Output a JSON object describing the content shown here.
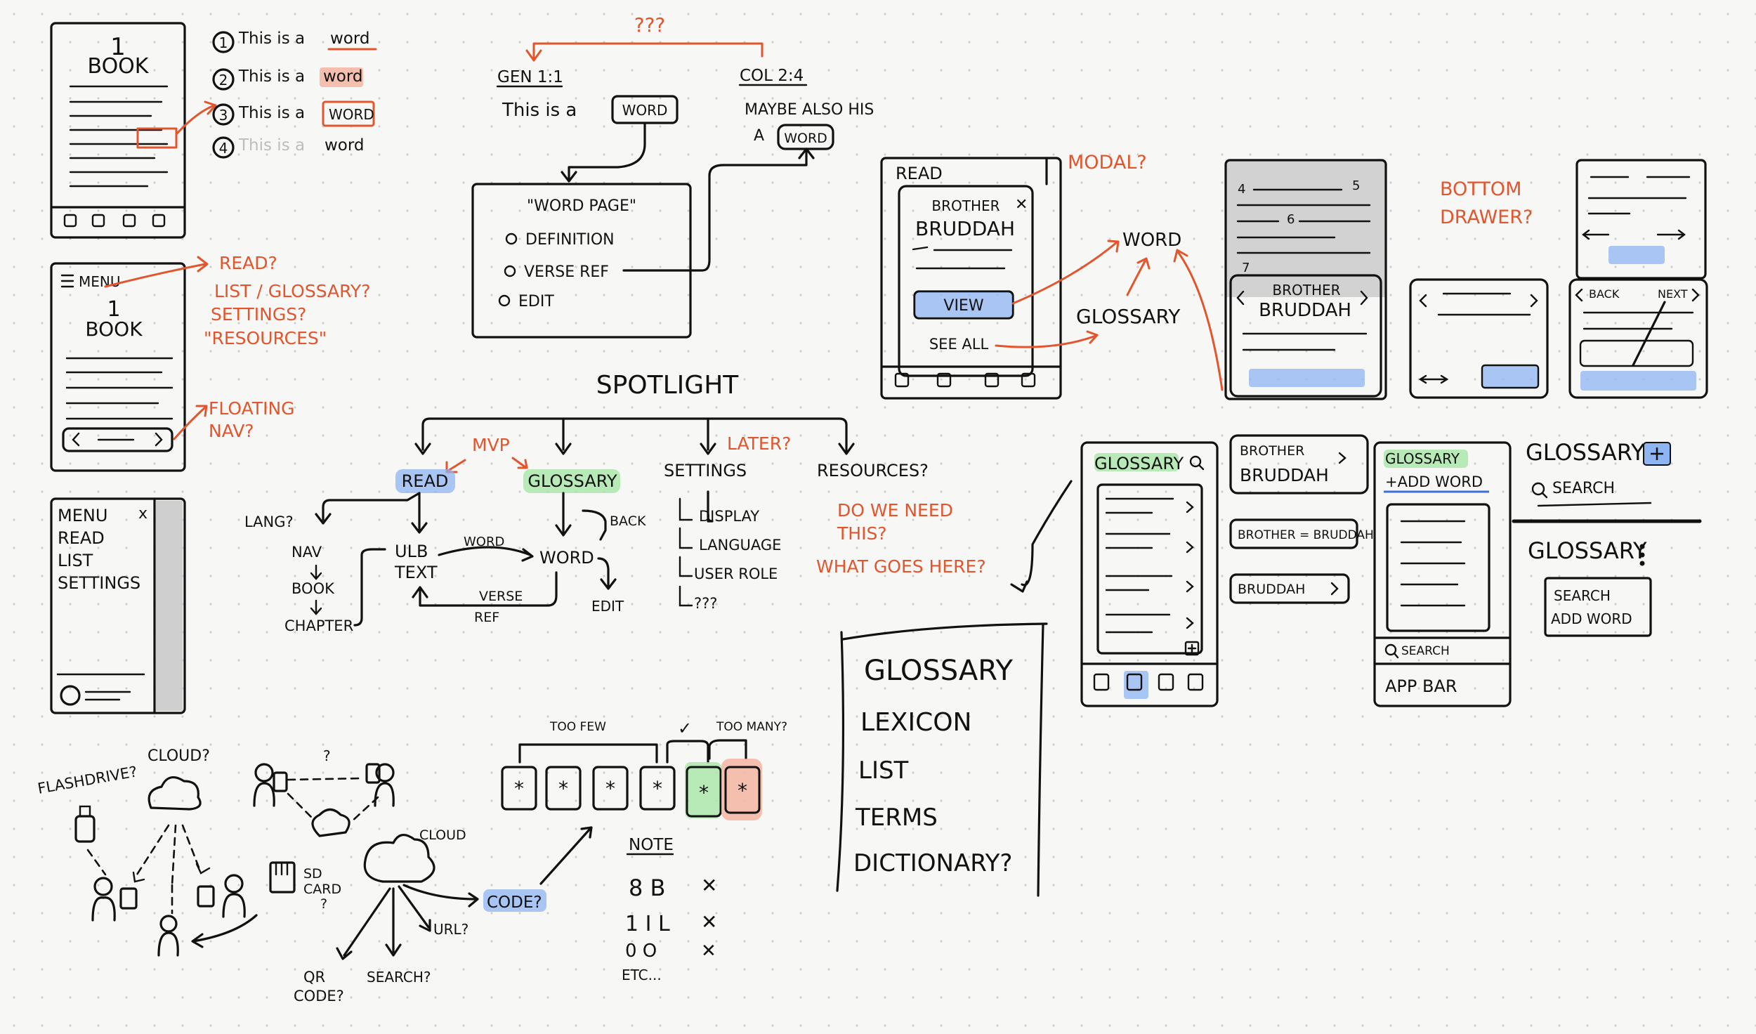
{
  "book_page": {
    "number": "1",
    "title": "BOOK"
  },
  "word_styles": [
    {
      "num": "1",
      "text": "This is a",
      "word": "word"
    },
    {
      "num": "2",
      "text": "This is a",
      "word": "word"
    },
    {
      "num": "3",
      "text": "This is a",
      "word": "WORD"
    },
    {
      "num": "4",
      "text": "This is a",
      "word": "word"
    }
  ],
  "menu_sketch": {
    "menu_label": "MENU",
    "number": "1",
    "title": "BOOK"
  },
  "menu_questions": [
    "READ?",
    "LIST / GLOSSARY?",
    "SETTINGS?",
    "\"RESOURCES\""
  ],
  "floating_nav": [
    "FLOATING",
    "NAV?"
  ],
  "drawer_menu": {
    "items": [
      "MENU",
      "READ",
      "LIST",
      "SETTINGS"
    ],
    "close": "x"
  },
  "reference_sketch": {
    "question": "???",
    "ref1": "GEN 1:1",
    "line1": "This is a",
    "word1": "WORD",
    "ref2": "COL 2:4",
    "line2a": "MAYBE ALSO HIS",
    "line2b": "A",
    "word2": "WORD",
    "page_title": "\"WORD PAGE\"",
    "options": [
      "DEFINITION",
      "VERSE REF",
      "EDIT"
    ]
  },
  "spotlight": {
    "title": "SPOTLIGHT",
    "mvp": "MVP",
    "later": "LATER?",
    "branches": [
      "READ",
      "GLOSSARY",
      "SETTINGS",
      "RESOURCES?"
    ],
    "lang": "LANG?",
    "nav_chain": [
      "NAV",
      "BOOK",
      "CHAPTER"
    ],
    "ulb": [
      "ULB",
      "TEXT"
    ],
    "word_link": "WORD",
    "word_node": "WORD",
    "verse_ref": [
      "VERSE",
      "REF"
    ],
    "edit": "EDIT",
    "back": "BACK",
    "settings_items": [
      "DISPLAY",
      "LANGUAGE",
      "USER ROLE",
      "???"
    ],
    "resources_questions": [
      "DO WE NEED",
      "THIS?",
      "WHAT GOES HERE?"
    ]
  },
  "modal_sketch": {
    "screen_label": "READ",
    "question": "MODAL?",
    "card_title": "BROTHER",
    "card_word": "BRUDDAH",
    "view_button": "VIEW",
    "see_all": "SEE ALL",
    "target_word": "WORD",
    "target_glossary": "GLOSSARY"
  },
  "bottom_drawer": {
    "question": [
      "BOTTOM",
      "DRAWER?"
    ],
    "nums": [
      "4",
      "5",
      "6",
      "7"
    ],
    "card_title": "BROTHER",
    "card_word": "BRUDDAH",
    "back_label": "BACK",
    "next_label": "NEXT"
  },
  "naming_list": [
    "GLOSSARY",
    "LEXICON",
    "LIST",
    "TERMS",
    "DICTIONARY?"
  ],
  "glossary_sketches": {
    "title": "GLOSSARY",
    "rows": [
      {
        "title": "BROTHER",
        "word": "BRUDDAH"
      },
      {
        "title": "BROTHER = BRUDDAH",
        "word": ""
      },
      {
        "title": "BRUDDAH",
        "word": ""
      }
    ],
    "add_word": "+ADD WORD",
    "search": "SEARCH",
    "app_bar": "APP BAR",
    "panel_search": "SEARCH",
    "menu_items": [
      "SEARCH",
      "ADD WORD"
    ]
  },
  "sharing": {
    "flashdrive": "FLASHDRIVE?",
    "cloud_q": "CLOUD?",
    "question": "?",
    "sd_card": [
      "SD",
      "CARD",
      "?"
    ],
    "cloud": "CLOUD",
    "code": "CODE?",
    "url": "URL?",
    "qr": [
      "QR",
      "CODE?"
    ],
    "search": "SEARCH?"
  },
  "code_boxes": {
    "too_few": "TOO FEW",
    "check": "✓",
    "too_many": "TOO MANY?",
    "note": "NOTE",
    "pairs": [
      [
        "8 B",
        "✕"
      ],
      [
        "1 I L",
        "✕"
      ],
      [
        "0 O",
        "✕"
      ]
    ],
    "etc": "ETC..."
  },
  "colors": {
    "accent": "#e2552d",
    "blue_highlight": "#8fb4f2",
    "green_highlight": "#a8e6a8",
    "ink": "#111111"
  }
}
